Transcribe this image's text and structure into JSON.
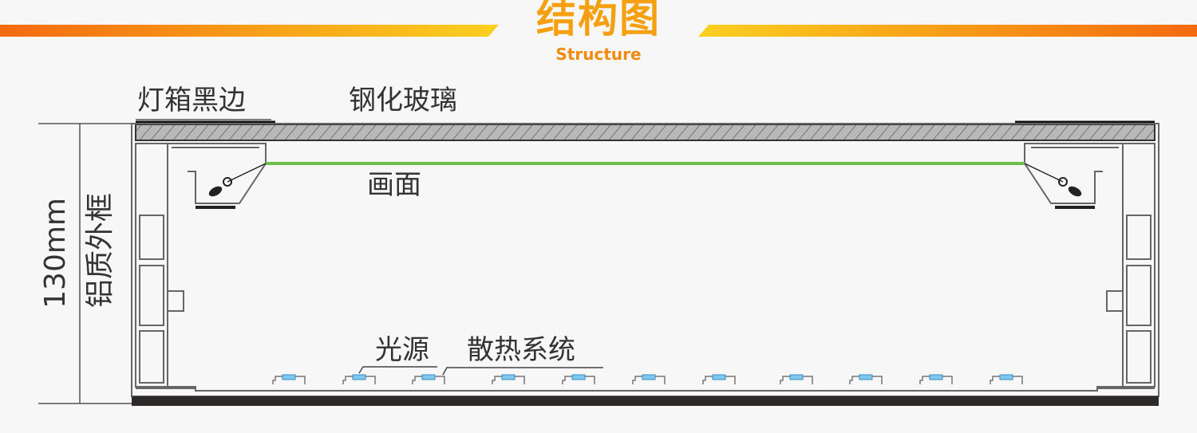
{
  "header": {
    "title": "结构图",
    "subtitle": "Structure"
  },
  "labels": {
    "black_edge": "灯箱黑边",
    "tempered_glass": "钢化玻璃",
    "picture": "画面",
    "light_source": "光源",
    "heat_dissipation": "散热系统",
    "height_dimension": "130mm",
    "aluminum_frame": "铝质外框"
  },
  "colors": {
    "accent": "#f5a010",
    "picture_line": "#6cc04a",
    "led": "#7cc8ee",
    "base": "#2e2a2a"
  },
  "led_count": 11
}
